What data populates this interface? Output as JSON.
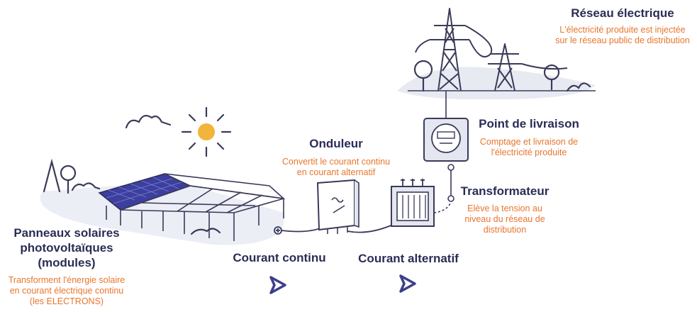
{
  "colors": {
    "title": "#2b2c56",
    "description": "#e8762d",
    "line": "#3a3a5a",
    "panel": "#3c3f9e",
    "sun": "#f2b43a",
    "shadow": "#e4e6f0",
    "arrow": "#3c3f8a"
  },
  "grid": {
    "title": "Réseau électrique",
    "description_line1": "L'électricité produite est injectée",
    "description_line2": "sur le réseau public de distribution"
  },
  "delivery": {
    "title": "Point de livraison",
    "description_line1": "Comptage et livraison de",
    "description_line2": "l'électricité produite"
  },
  "inverter": {
    "title": "Onduleur",
    "description_line1": "Convertit le courant continu",
    "description_line2": "en courant alternatif"
  },
  "transformer": {
    "title": "Transformateur",
    "description_line1": "Elève la tension au",
    "description_line2": "niveau du réseau de",
    "description_line3": "distribution"
  },
  "panels": {
    "title_line1": "Panneaux solaires",
    "title_line2": "photovoltaïques",
    "title_line3": "(modules)",
    "description_line1": "Transforment l'énergie solaire",
    "description_line2": "en courant électrique continu",
    "description_line3": "(les ELECTRONS)"
  },
  "currents": {
    "dc_label": "Courant continu",
    "ac_label": "Courant alternatif"
  },
  "icons": [
    "sun-icon",
    "cloud-icon",
    "tree-icon",
    "pylon-icon",
    "meter-icon",
    "inverter-icon",
    "transformer-icon",
    "play-arrow-icon"
  ]
}
